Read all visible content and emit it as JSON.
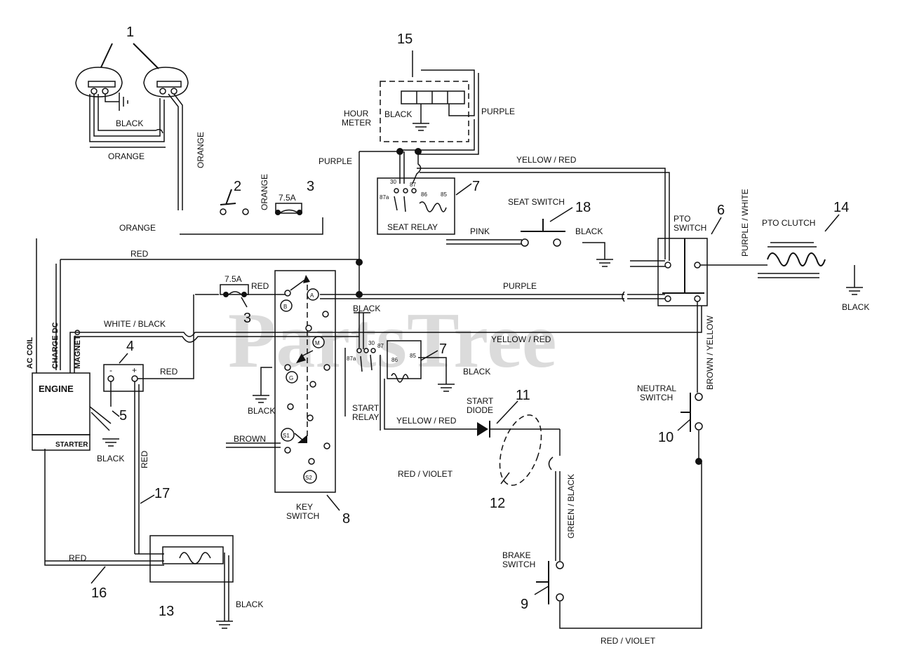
{
  "watermark": "PartsTree",
  "callouts": {
    "n1": "1",
    "n2": "2",
    "n3a": "3",
    "n3b": "3",
    "n4": "4",
    "n5": "5",
    "n6": "6",
    "n7a": "7",
    "n7b": "7",
    "n8": "8",
    "n9": "9",
    "n10": "10",
    "n11": "11",
    "n12": "12",
    "n13": "13",
    "n14": "14",
    "n15": "15",
    "n16": "16",
    "n17": "17",
    "n18": "18"
  },
  "components": {
    "hour_meter": "HOUR\nMETER",
    "seat_relay": "SEAT RELAY",
    "seat_switch": "SEAT SWITCH",
    "pto_switch": "PTO\nSWITCH",
    "pto_clutch": "PTO   CLUTCH",
    "engine": "ENGINE",
    "starter": "STARTER",
    "ac_coil": "AC COIL",
    "charge_dc": "CHARGE DC",
    "magneto": "MAGNETO",
    "key_switch": "KEY\nSWITCH",
    "start_relay": "START\nRELAY",
    "start_diode": "START\nDIODE",
    "neutral_switch": "NEUTRAL\nSWITCH",
    "brake_switch": "BRAKE\nSWITCH",
    "fuse_top": "7.5A",
    "fuse_left": "7.5A"
  },
  "key_terminals": {
    "a": "A",
    "b": "B",
    "m": "M",
    "g": "G",
    "s1": "S1",
    "s2": "S2"
  },
  "relay_pins": {
    "p30": "30",
    "p87": "87",
    "p87a": "87a",
    "p86": "86",
    "p85": "85"
  },
  "wires": {
    "black_lamps": "BLACK",
    "orange_lamps": "ORANGE",
    "orange_vertical": "ORANGE",
    "orange_bottom": "ORANGE",
    "orange_fuse": "ORANGE",
    "purple_meter": "PURPLE",
    "purple_left": "PURPLE",
    "black_meter": "BLACK",
    "yellow_red_top": "YELLOW / RED",
    "pink": "PINK",
    "black_seat": "BLACK",
    "purple_white": "PURPLE / WHITE",
    "black_clutch": "BLACK",
    "red_top": "RED",
    "red_fuse": "RED",
    "purple_mid": "PURPLE",
    "black_key": "BLACK",
    "white_black": "WHITE / BLACK",
    "yellow_red_mid": "YELLOW / RED",
    "red_battery": "RED",
    "black_start_relay": "BLACK",
    "black_key_ground": "BLACK",
    "black_engine": "BLACK",
    "brown": "BROWN",
    "yellow_red_diode": "YELLOW / RED",
    "brown_yellow": "BROWN / YELLOW",
    "red_violet_mid": "RED / VIOLET",
    "red_vertical": "RED",
    "green_black": "GREEN / BLACK",
    "red_bottom": "RED",
    "black_solenoid": "BLACK",
    "red_violet_bottom": "RED / VIOLET"
  }
}
